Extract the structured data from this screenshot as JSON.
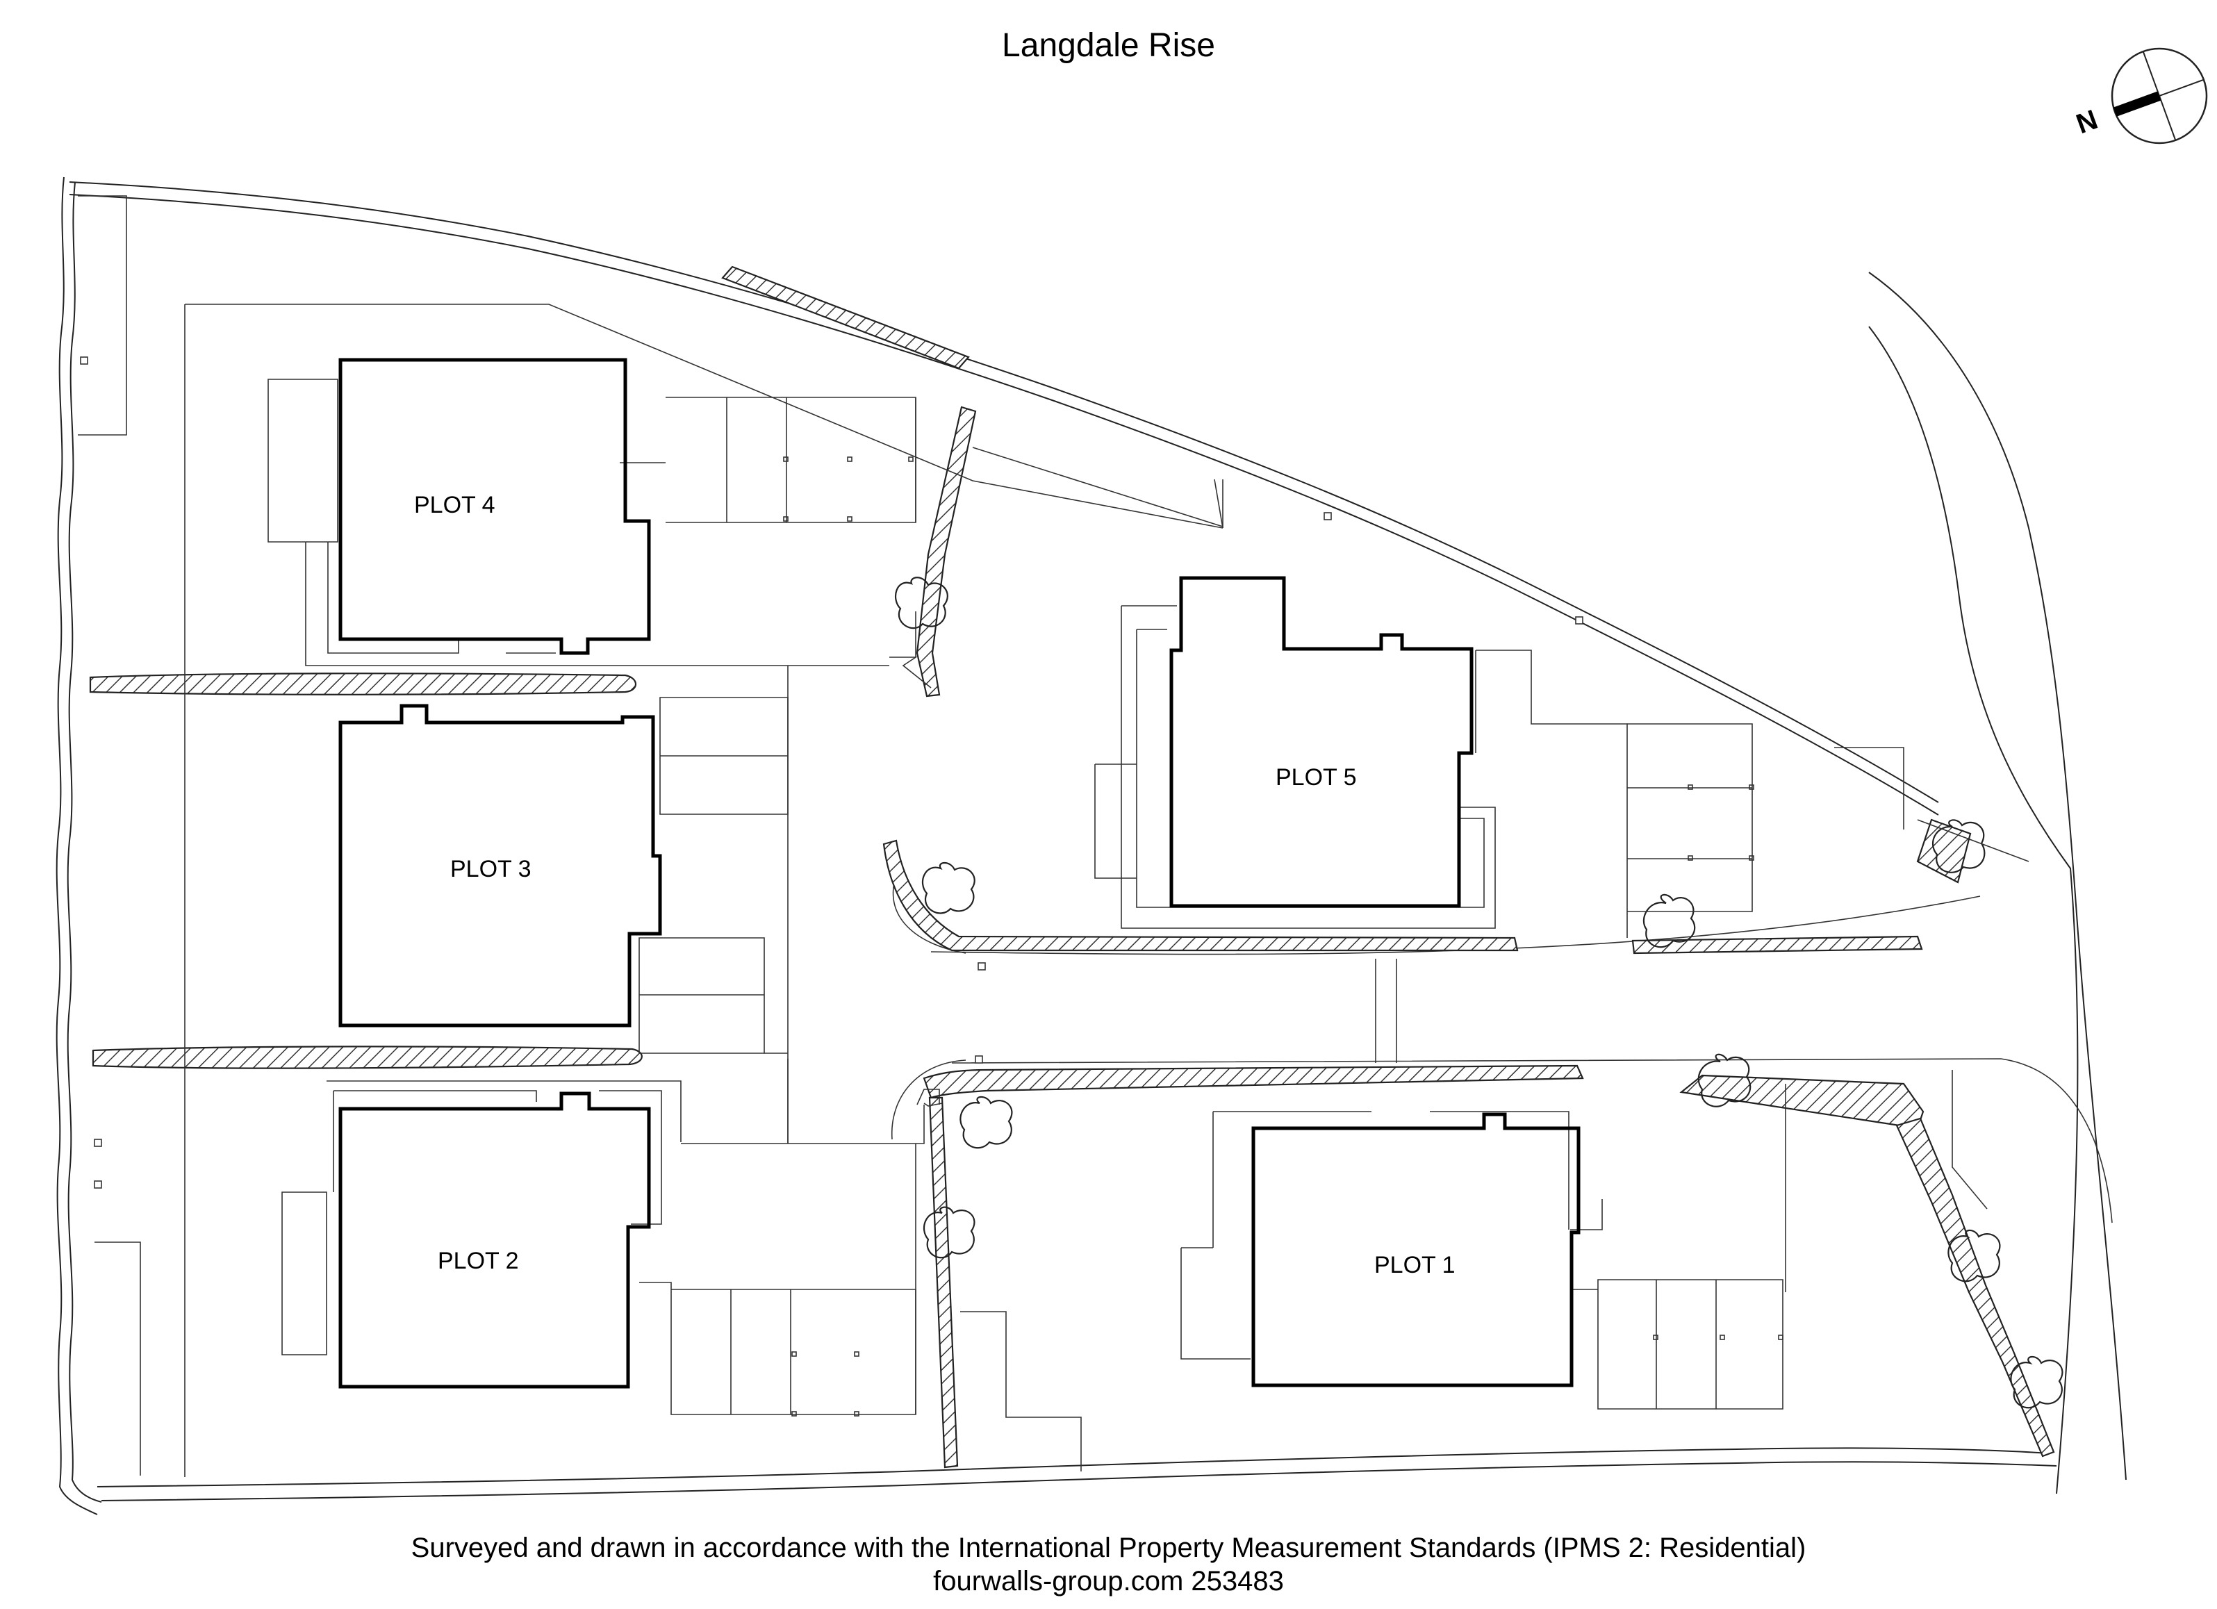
{
  "header": {
    "road_name": "Langdale Rise"
  },
  "compass": {
    "north_label": "N",
    "rotation_deg": -20
  },
  "plots": [
    {
      "id": "plot-4",
      "label": "PLOT 4"
    },
    {
      "id": "plot-3",
      "label": "PLOT 3"
    },
    {
      "id": "plot-5",
      "label": "PLOT 5"
    },
    {
      "id": "plot-2",
      "label": "PLOT 2"
    },
    {
      "id": "plot-1",
      "label": "PLOT 1"
    }
  ],
  "footer": {
    "standards_note": "Surveyed and drawn in accordance with the International Property Measurement Standards (IPMS 2: Residential)",
    "credit": "fourwalls-group.com 253483"
  }
}
